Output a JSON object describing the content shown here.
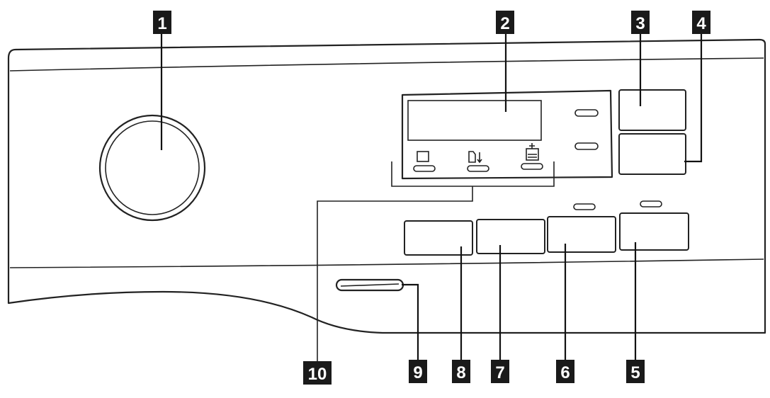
{
  "callouts": {
    "c1": "1",
    "c2": "2",
    "c3": "3",
    "c4": "4",
    "c5": "5",
    "c6": "6",
    "c7": "7",
    "c8": "8",
    "c9": "9",
    "c10": "10"
  },
  "icons": {
    "indicator_left": "prewash-square-icon",
    "indicator_middle": "door-lock-arrow-icon",
    "indicator_right": "basket-add-icon"
  }
}
